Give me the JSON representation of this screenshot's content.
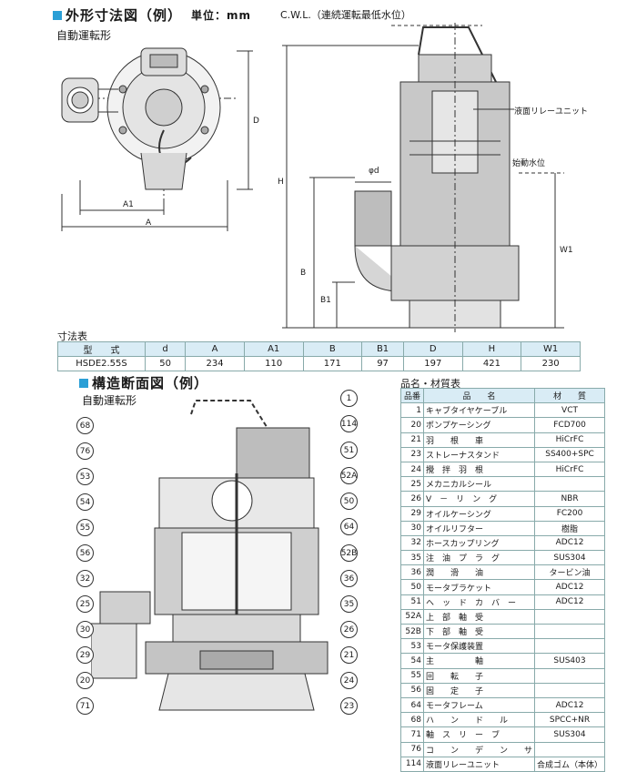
{
  "header": {
    "title": "外形寸法図（例）",
    "unit": "単位：mm",
    "cwl": "C.W.L.（連続運転最低水位）",
    "mode": "自動運転形"
  },
  "outline_labels": {
    "relay_unit": "液面リレーユニット",
    "start_level": "始動水位",
    "A": "A",
    "A1": "A1",
    "D": "D",
    "H": "H",
    "B": "B",
    "B1": "B1",
    "W1": "W1",
    "phi_d": "φd"
  },
  "dimension_table": {
    "title": "寸法表",
    "headers": [
      "型　　式",
      "d",
      "A",
      "A1",
      "B",
      "B1",
      "D",
      "H",
      "W1"
    ],
    "rows": [
      [
        "HSDE2.55S",
        "50",
        "234",
        "110",
        "171",
        "97",
        "197",
        "421",
        "230"
      ]
    ]
  },
  "section": {
    "title": "構造断面図（例）",
    "mode": "自動運転形",
    "left_callouts": [
      "68",
      "76",
      "53",
      "54",
      "55",
      "56",
      "32",
      "25",
      "30",
      "29",
      "20",
      "71"
    ],
    "right_callouts": [
      "1",
      "114",
      "51",
      "52A",
      "50",
      "64",
      "52B",
      "36",
      "35",
      "26",
      "21",
      "24",
      "23"
    ]
  },
  "parts": {
    "title": "品名・材質表",
    "headers": [
      "品番",
      "品　　名",
      "材　　質"
    ],
    "rows": [
      [
        "1",
        "キャブタイヤケーブル",
        "VCT"
      ],
      [
        "20",
        "ポンプケーシング",
        "FCD700"
      ],
      [
        "21",
        "羽　　根　　車",
        "HiCrFC"
      ],
      [
        "23",
        "ストレーナスタンド",
        "SS400+SPC"
      ],
      [
        "24",
        "攪　拌　羽　根",
        "HiCrFC"
      ],
      [
        "25",
        "メカニカルシール",
        ""
      ],
      [
        "26",
        "V　－　リ　ン　グ",
        "NBR"
      ],
      [
        "29",
        "オイルケーシング",
        "FC200"
      ],
      [
        "30",
        "オイルリフター",
        "樹脂"
      ],
      [
        "32",
        "ホースカップリング",
        "ADC12"
      ],
      [
        "35",
        "注　油　プ　ラ　グ",
        "SUS304"
      ],
      [
        "36",
        "潤　　滑　　油",
        "タービン油"
      ],
      [
        "50",
        "モータブラケット",
        "ADC12"
      ],
      [
        "51",
        "ヘ　ッ　ド　カ　バ　ー",
        "ADC12"
      ],
      [
        "52A",
        "上　部　軸　受",
        ""
      ],
      [
        "52B",
        "下　部　軸　受",
        ""
      ],
      [
        "53",
        "モータ保護装置",
        ""
      ],
      [
        "54",
        "主　　　　　軸",
        "SUS403"
      ],
      [
        "55",
        "回　　転　　子",
        ""
      ],
      [
        "56",
        "固　　定　　子",
        ""
      ],
      [
        "64",
        "モータフレーム",
        "ADC12"
      ],
      [
        "68",
        "ハ　　ン　　ド　　ル",
        "SPCC+NR"
      ],
      [
        "71",
        "軸　ス　リ　ー　ブ",
        "SUS304"
      ],
      [
        "76",
        "コ　　ン　　デ　　ン　　サ",
        ""
      ],
      [
        "114",
        "液面リレーユニット",
        "合成ゴム（本体）"
      ]
    ]
  }
}
